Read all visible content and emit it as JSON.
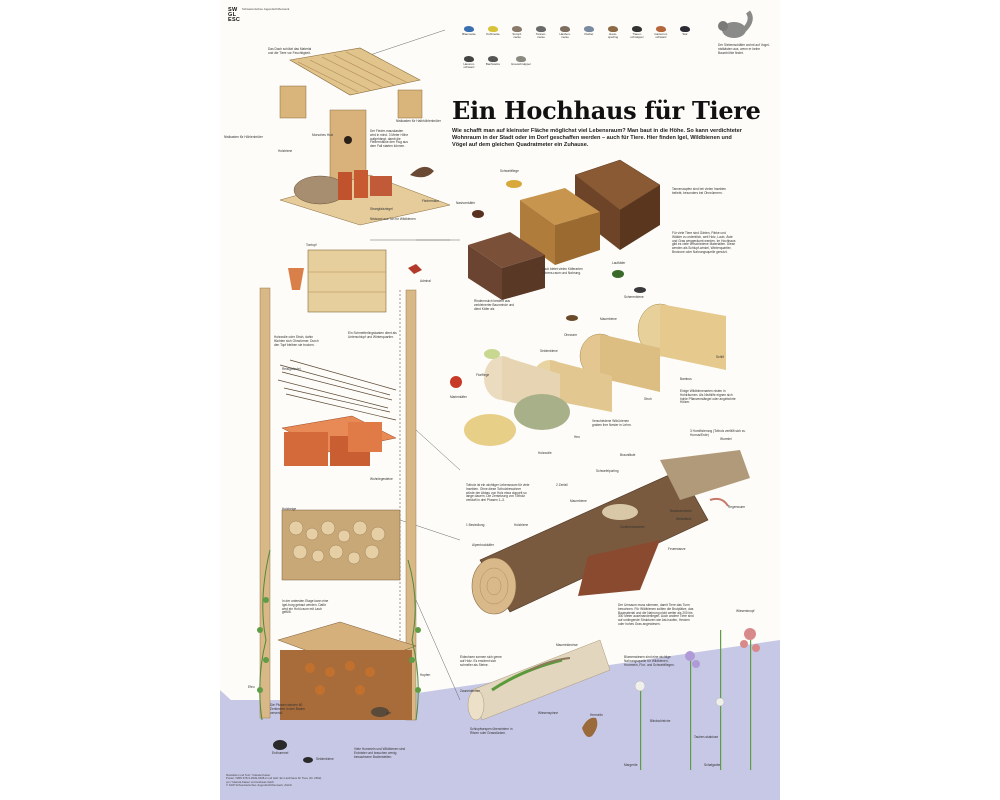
{
  "logo": {
    "text": "SW\nGL\nESC",
    "sub": "Schweizerisches Jugendschriftenwerk"
  },
  "title": "Ein Hochhaus für Tiere",
  "subtitle": "Wie schafft man auf kleinster Fläche möglichst viel Lebensraum? Man baut in die Höhe. So kann verdichteter Wohnraum in der Stadt oder im Dorf geschaffen werden – auch für Tiere. Hier finden Igel, Wildbienen und Vögel auf dem gleichen Quadratmeter ein Zuhause.",
  "birds": [
    {
      "label": "Blaumeise",
      "color": "#3a6fb0"
    },
    {
      "label": "Kohlmeise",
      "color": "#d8c23a"
    },
    {
      "label": "Sumpf-\nmeise",
      "color": "#8a7a6a"
    },
    {
      "label": "Tannen-\nmeise",
      "color": "#6a6a6a"
    },
    {
      "label": "Hauben-\nmeise",
      "color": "#7d6e60"
    },
    {
      "label": "Kleiber",
      "color": "#7a8aa0"
    },
    {
      "label": "Haus-\nsperling",
      "color": "#8b6a45"
    },
    {
      "label": "Trauer-\nschnäpper",
      "color": "#333333"
    },
    {
      "label": "Gartenrot-\nschwanz",
      "color": "#b5663a"
    },
    {
      "label": "Star",
      "color": "#2b2b35"
    },
    {
      "label": "Hausrot-\nschwanz",
      "color": "#444444"
    },
    {
      "label": "Bachstelze",
      "color": "#555555"
    },
    {
      "label": "Grauschnäpper",
      "color": "#8a8a80"
    }
  ],
  "squirrel_note": "Der Siebenschläfer wohnt auf Vogel-nistkästen aus, wenn er keine Baumhöhle findet.",
  "labels": {
    "roof": "Das Dach schützt das Material und die Tiere vor Feuchtigkeit.",
    "nistkasten_hoehle": "Nistkasten für Höhlenbrüter",
    "nistkasten_halb": "Nistkasten für Halbhöhlenbrüter",
    "morsches_holz": "Morsches Holz",
    "fledermaus_note": "Der Fleder-mauskasten wird in mind. 3 Meter Höhe aufgehängt, damit die Fledermäuse den Flug aus dem Fall starten können.",
    "holzbiene": "Holzbiene",
    "strangfalzziegel": "Strangfalzziegel",
    "nistsand": "Nistsand aus Ton für Wildbienen",
    "fledermaus": "Fledermaus",
    "tontopf": "Tontopf",
    "admiral": "Admiral",
    "holzwolle_note": "Holzwolle oder Stroh, dahin flüchten sich Ohrwürmer. Durch den Topf bleiben sie trocken.",
    "schmetterling_note": "Ein Schmetterlingskasten dient als Unterschlupf und Winterquartier.",
    "reisigbuendel": "Reisigbündel",
    "wohnlegesteine": "Wohnlegesteine",
    "holzbeige": "Holzbeige",
    "steinhaufen_note": "In der untersten Etage kann eine Igel-burg gebaut werden. Dafür wird ein Hohl-raum mit Laub gefüllt.",
    "efeu": "Efeu",
    "hopfen": "Hopfen",
    "pfosten_note": "Die Pfosten werden 60 Zentimeter in den Boden versenkt.",
    "igel": "Igel",
    "erdhummel": "Erdhummel",
    "seidenbiene": "Seidenbiene",
    "hummeln_note": "Viele Hummeln und Wildbienen sind Erdnister und brauchen wenig bewachsene Bodenstellen.",
    "schwebfliege": "Schwebfliege",
    "nashornkaefer": "Nashornkäfer",
    "tannenzapfen_note": "Tannenzapfen sind bei vielen Insekten beliebt, besonders bei Ohrwürmern.",
    "laub_note": "Laub bietet vielen Käferarten Lebens-raum und Nahrung.",
    "laufkaefer": "Laufkäfer",
    "rinde_note": "Für viele Tiere sind Gärten, Pärke und Wälder zu ordentlich, weil Holz, Laub, Äste und Gras weggeräumt werden. Im Hochhaus gibt es viele verschiedene Materialien. Diese werden als Schlupf-winkel, Winterquartier, Brutzone oder Nahrungsquelle genutzt.",
    "rindenmulch_note": "Rindenmulch besteht aus zerkleinerter Baumrinde und dient Käfer als",
    "mauerbiene": "Mauerbiene",
    "scherenbiene": "Scherenbiene",
    "ohrwurm": "Ohrwurm",
    "florfliege": "Florfliege",
    "seidenbiene2": "Seidenbiene",
    "schilf": "Schilf",
    "bambus": "Bambus",
    "marienkaefer": "Marienkäfer",
    "stroh": "Stroh",
    "heu": "Heu",
    "holzwolle": "Holzwolle",
    "wildbienen_note": "Einige Wildbienenarten nisten in Hohlräumen. Als Nisthilfe eignen sich hohle Pflanzenstängel oder angebohrte Hölzer.",
    "wildbienen2_note": "Verschiedene Wild-bienen graben ihre Nester in Lehm.",
    "tod_holz_note": "Totholz ist ein wichtiger Lebensraum für viele Insekten. Ohne diese Totholzbewohner würde der Abbau von Holz etwa doppelt so lange dauern. Die Zersetzung von Totholz verläuft in drei Phasen 1–3.",
    "phase2": "2 Zerfall",
    "phase1": "1 Besiedlung",
    "phase3": "3 Humifizierung (Totholz zerfällt sich zu Humus/Erde)",
    "schwefelporling": "Schwefelporling",
    "braunfaeule": "Braunfäule",
    "mauerbiene2": "Mauerbiene",
    "holzbiene2": "Holzbiene",
    "alpenbockkaefer": "Alpenbockkäfer",
    "zunderschwamm": "Zunderschwamm",
    "nacktschnecke": "Nacktschnecke",
    "regenwurm": "Regenwurm",
    "weissfaeule": "Weissfäule",
    "feuerwanze": "Feuerwanze",
    "wurmlei": "Wurmlei",
    "umsaum_note": "Der Umsaum muss stimmen, damit Tiere das Turm bewohnen. Für Wildbienen sollten die Brutplätze, das Baumaterial und die Nahrung nicht weiter als 200 bis 300 Meter auseinanderliegen. Auch andere Tiere sind auf umliegende Strukturen wie Ast-haufen, Hecken oder hohes Gras angewiesen.",
    "wiesenknopf": "Wiesenknopf",
    "blumenwiese_note": "Blumenwiesen sind eine wichtige Nahrungsquelle für Wildbienen, Hummeln, Flor- und Schwebfliegen.",
    "eidechsen_note": "Eidechsen sonnen sich gerne auf Holz. Es erwärmt sich schneller als Steine.",
    "mauereidechse": "Mauereidechse",
    "zauneidechse": "Zauneidechse",
    "wiesenspinne": "Wiesenspinne",
    "hermelin": "Hermelin",
    "blindschleiche": "Blindschleiche",
    "schlupfwespe_note": "Schlupfwespen überwintern in Ritzen oder Grasstücken.",
    "taubenskabiose": "Tauben-skabiose",
    "margerite": "Margerite",
    "schafgarbe": "Schafgarbe"
  },
  "footer": "Illustration und Text: Yolanda Kaiser\nPoster. ISBN 978-3-0349-0408-2 und Heft: Ein Hochhaus für Tiere (Nr. 2692)\nvon Yolanda Kaiser und Andreas Gäch\n© SJW Schweizerisches Jugendschriftenwerk, Zürich"
}
